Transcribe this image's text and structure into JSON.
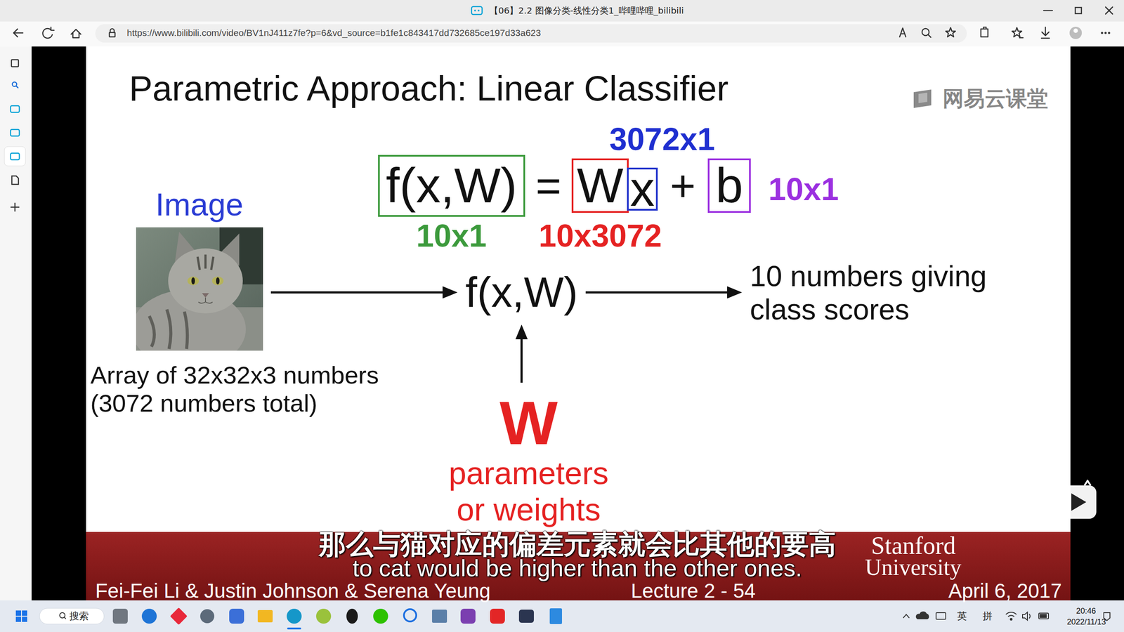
{
  "diagram": {
    "title": "Parametric Approach: Linear Classifier",
    "nodes": [
      {
        "text": [
          "f(x,W)"
        ]
      },
      {
        "text": [
          "W"
        ]
      },
      {
        "text": [
          "x"
        ]
      },
      {
        "text": [
          "b"
        ]
      },
      {
        "text": [
          "Image",
          "Array of 32x32x3 numbers (3072 numbers total)"
        ]
      },
      {
        "text": [
          "f(x,W)"
        ]
      },
      {
        "text": [
          "10 numbers giving class scores"
        ]
      },
      {
        "text": [
          "W",
          "parameters or weights"
        ]
      }
    ],
    "edges": [
      {
        "from": 4,
        "to": 5,
        "arrow": "to"
      },
      {
        "from": 5,
        "to": 6,
        "arrow": "to"
      },
      {
        "from": 7,
        "to": 5,
        "arrow": "to"
      }
    ],
    "labels": [
      "【06】2.2 图像分类-线性分类1_哔哩哔哩_bilibili",
      "https://www.bilibili.com/video/BV1nJ411z7fe?p=6&vd_source=b1fe1c843417dd732685ce197d33a623",
      "网易云课堂",
      "3072x1",
      "=",
      "+",
      "10x1",
      "10x1",
      "10x3072",
      "Fei-Fei Li & Justin Johnson & Serena Yeung",
      "Lecture 2 - 54",
      "Stanford",
      "University",
      "April 6, 2017",
      "那么与猫对应的偏差元素就会比其他的要高",
      "to cat would be higher than the other ones.",
      "搜索",
      "英",
      "拼",
      "20:46",
      "2022/11/13"
    ]
  }
}
